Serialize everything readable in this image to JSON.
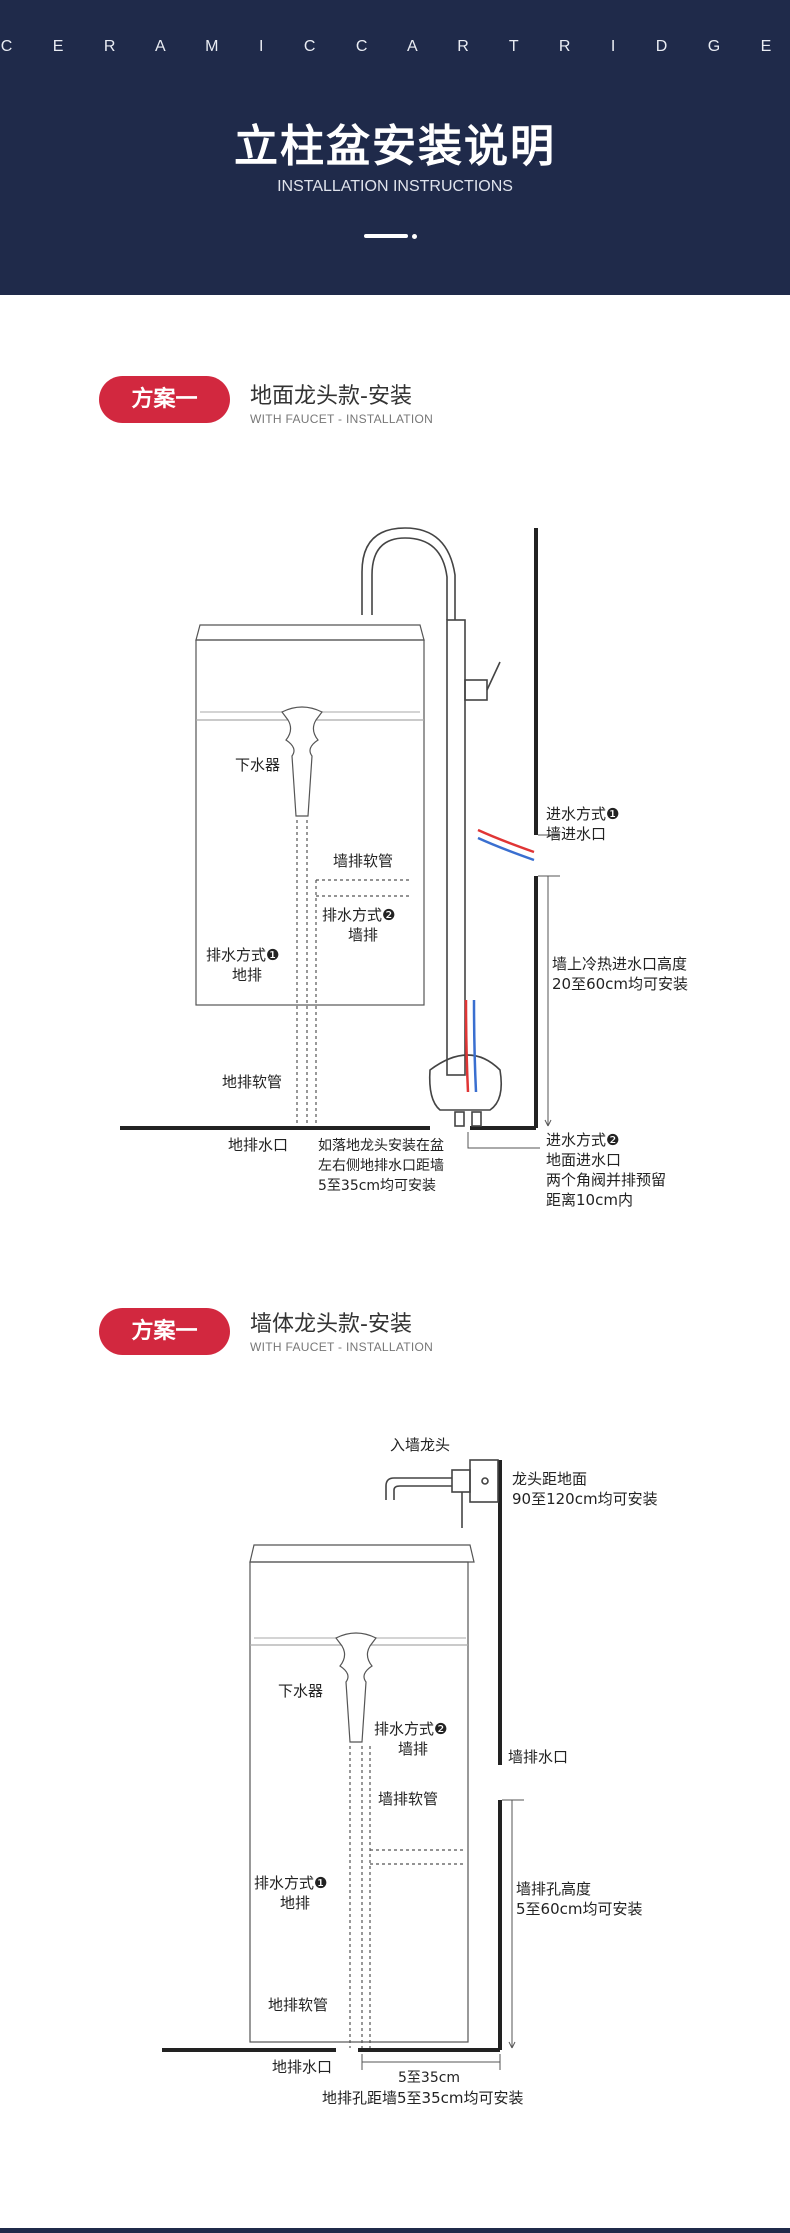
{
  "header": {
    "brand": "C E R A M I C     C A R T R I D G E",
    "title": "立柱盆安装说明",
    "subtitle": "INSTALLATION INSTRUCTIONS"
  },
  "section1": {
    "badge": "方案一",
    "title": "地面龙头款-安装",
    "subtitle": "WITH FAUCET - INSTALLATION",
    "labels": {
      "drain": "下水器",
      "wall_hose": "墙排软管",
      "drain_method2_a": "排水方式❷",
      "drain_method2_b": "墙排",
      "drain_method1_a": "排水方式❶",
      "drain_method1_b": "地排",
      "floor_hose": "地排软管",
      "floor_outlet": "地排水口",
      "note1_a": "如落地龙头安装在盆",
      "note1_b": "左右侧地排水口距墙",
      "note1_c": "5至35cm均可安装",
      "inlet1_a": "进水方式❶",
      "inlet1_b": "墙进水口",
      "height_a": "墙上冷热进水口高度",
      "height_b": "20至60cm均可安装",
      "inlet2_a": "进水方式❷",
      "inlet2_b": "地面进水口",
      "inlet2_c": "两个角阀并排预留",
      "inlet2_d": "距离10cm内"
    }
  },
  "section2": {
    "badge": "方案一",
    "title": "墙体龙头款-安装",
    "subtitle": "WITH FAUCET - INSTALLATION",
    "labels": {
      "wall_faucet": "入墙龙头",
      "faucet_height_a": "龙头距地面",
      "faucet_height_b": "90至120cm均可安装",
      "drain": "下水器",
      "drain_method2_a": "排水方式❷",
      "drain_method2_b": "墙排",
      "wall_hose": "墙排软管",
      "wall_outlet": "墙排水口",
      "drain_method1_a": "排水方式❶",
      "drain_method1_b": "地排",
      "hole_height_a": "墙排孔高度",
      "hole_height_b": "5至60cm均可安装",
      "floor_hose": "地排软管",
      "floor_outlet": "地排水口",
      "dist": "5至35cm",
      "dist_note": "地排孔距墙5至35cm均可安装"
    }
  },
  "colors": {
    "header_bg": "#1f2a4a",
    "badge": "#d2283f",
    "hot": "#e03535",
    "cold": "#3a6fd0"
  }
}
